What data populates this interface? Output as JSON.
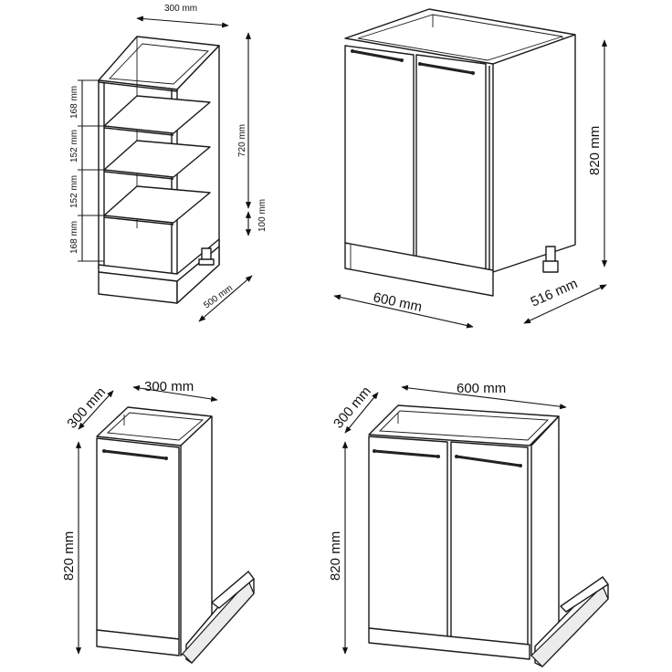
{
  "dimensions": {
    "tl_width": "300 mm",
    "tl_height": "720 mm",
    "tl_plinth": "100 mm",
    "tl_depth": "500 mm",
    "tl_shelf_1": "168 mm",
    "tl_shelf_2": "152 mm",
    "tl_shelf_3": "152 mm",
    "tl_shelf_4": "168 mm",
    "tr_height": "820 mm",
    "tr_width": "600 mm",
    "tr_depth": "516 mm",
    "bl_width": "300 mm",
    "bl_depth": "300 mm",
    "bl_height": "820 mm",
    "br_width": "600 mm",
    "br_depth": "300 mm",
    "br_height": "820 mm"
  }
}
